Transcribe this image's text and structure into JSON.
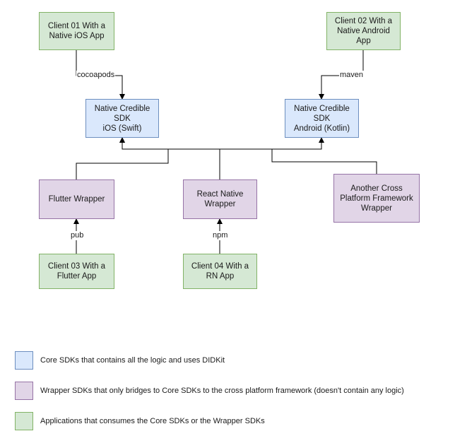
{
  "nodes": {
    "client01": "Client 01 With a\nNative iOS App",
    "client02": "Client 02 With a\nNative Android\nApp",
    "sdk_ios": "Native Credible\nSDK\niOS (Swift)",
    "sdk_android": "Native Credible\nSDK\nAndroid (Kotlin)",
    "flutter_wrapper": "Flutter Wrapper",
    "rn_wrapper": "React Native\nWrapper",
    "other_wrapper": "Another Cross\nPlatform Framework\nWrapper",
    "client03": "Client 03 With a\nFlutter App",
    "client04": "Client 04 With a\nRN App"
  },
  "edge_labels": {
    "cocoapods": "cocoapods",
    "maven": "maven",
    "pub": "pub",
    "npm": "npm"
  },
  "legend": [
    {
      "label": "Core SDKs that contains all the logic and uses DIDKit",
      "color": "#dae8fc"
    },
    {
      "label": "Wrapper SDKs that only bridges to Core SDKs to the cross platform framework (doesn't contain any logic)",
      "color": "#e1d5e7"
    },
    {
      "label": "Applications that consumes the Core SDKs or the Wrapper SDKs",
      "color": "#d5e8d4"
    }
  ],
  "colors": {
    "green_fill": "#d5e8d4",
    "green_stroke": "#82b366",
    "blue_fill": "#dae8fc",
    "blue_stroke": "#6c8ebf",
    "purple_fill": "#e1d5e7",
    "purple_stroke": "#9673a6",
    "line": "#000000"
  }
}
